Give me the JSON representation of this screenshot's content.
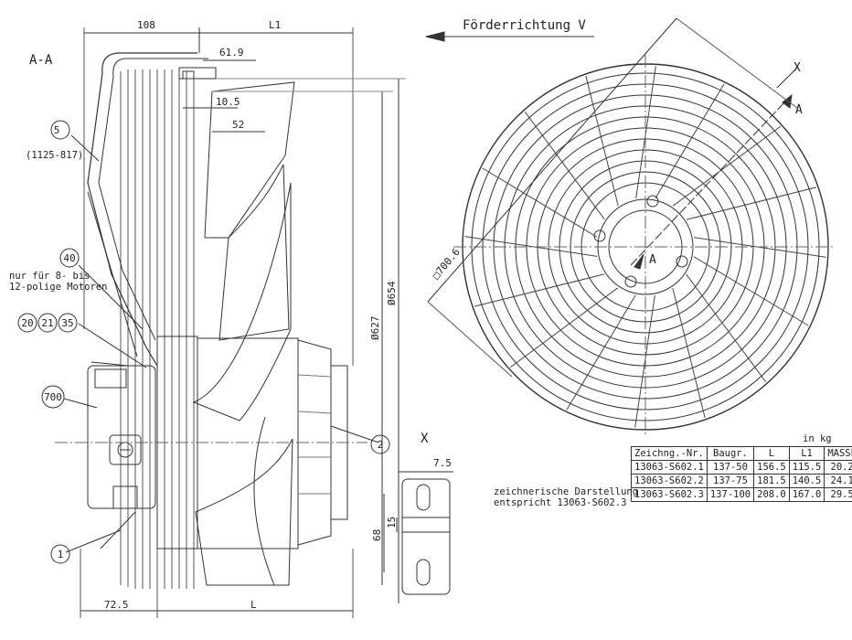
{
  "drawing": {
    "section_label": "A-A",
    "flow_direction": "Förderrichtung V",
    "x_label": "X",
    "a_label": "A",
    "note_motors_line1": "nur für 8- bis",
    "note_motors_line2": "12-polige Motoren",
    "part5_ref": "(1125-817)",
    "representation_line1": "zeichnerische Darstellung",
    "representation_line2": "entspricht 13063-S602.3",
    "unit_label": "in kg"
  },
  "dimensions": {
    "d108": "108",
    "dL1": "L1",
    "d61_9": "61.9",
    "d10_5": "10.5",
    "d52": "52",
    "d627": "Ø627",
    "d654": "Ø654",
    "d72_5": "72.5",
    "dL": "L",
    "d700_6": "□700.6",
    "d7_5": "7.5",
    "d15": "15",
    "d68": "68"
  },
  "balloons": [
    "5",
    "40",
    "20",
    "21",
    "35",
    "700",
    "2",
    "1"
  ],
  "table": {
    "headers": [
      "Zeichng.-Nr.",
      "Baugr.",
      "L",
      "L1",
      "MASSE"
    ],
    "rows": [
      [
        "13063-S602.1",
        "137-50",
        "156.5",
        "115.5",
        "20.2"
      ],
      [
        "13063-S602.2",
        "137-75",
        "181.5",
        "140.5",
        "24.1"
      ],
      [
        "13063-S602.3",
        "137-100",
        "208.0",
        "167.0",
        "29.5"
      ]
    ]
  }
}
